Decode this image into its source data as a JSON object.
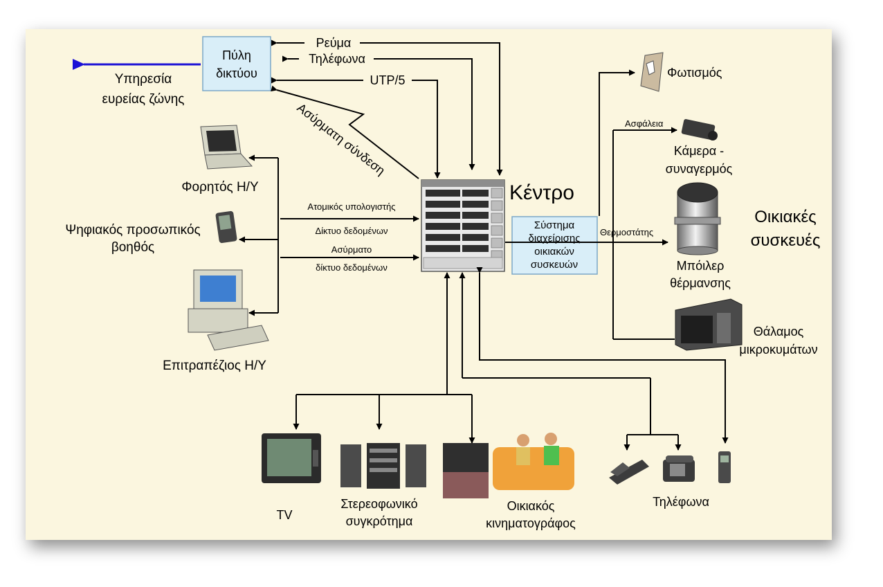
{
  "diagram": {
    "gateway": {
      "line1": "Πύλη",
      "line2": "δικτύου"
    },
    "broadband": {
      "line1": "Υπηρεσία",
      "line2": "ευρείας ζώνης"
    },
    "feeds": {
      "power": "Ρεύμα",
      "phones": "Τηλέφωνα",
      "utp": "UTP/5",
      "wireless": "Ασύρματη σύνδεση"
    },
    "hub_label": "Κέντρο",
    "management": {
      "line1": "Σύστημα",
      "line2": "διαχείρισης",
      "line3": "οικιακών",
      "line4": "συσκευών"
    },
    "devices": {
      "laptop": "Φορητός Η/Υ",
      "pda": {
        "line1": "Ψηφιακός προσωπικός",
        "line2": "βοηθός"
      },
      "desktop": "Επιτραπέζιος Η/Υ"
    },
    "links": {
      "pc_net_top": "Ατομικός υπολογιστής",
      "pc_net_bottom": "Δίκτυο δεδομένων",
      "wifi_top": "Ασύρματο",
      "wifi_bottom": "δίκτυο δεδομένων"
    },
    "appliances": {
      "title_line1": "Οικιακές",
      "title_line2": "συσκευές",
      "lighting": "Φωτισμός",
      "security": "Ασφάλεια",
      "camera": {
        "line1": "Κάμερα -",
        "line2": "συναγερμός"
      },
      "thermostat": "Θερμοστάτης",
      "boiler": {
        "line1": "Μπόιλερ",
        "line2": "θέρμανσης"
      },
      "microwave": {
        "line1": "Θάλαμος",
        "line2": "μικροκυμάτων"
      }
    },
    "entertainment": {
      "tv": "TV",
      "stereo": {
        "line1": "Στερεοφωνικό",
        "line2": "συγκρότημα"
      },
      "cinema": {
        "line1": "Οικιακός",
        "line2": "κινηματογράφος"
      },
      "phones": "Τηλέφωνα"
    }
  }
}
